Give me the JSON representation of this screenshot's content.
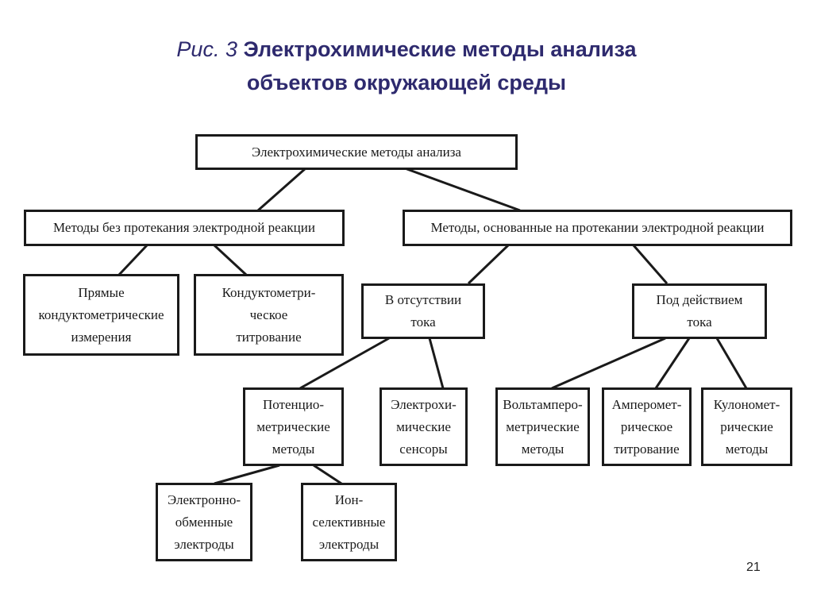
{
  "title": {
    "prefix": "Рис. 3",
    "line1": "Электрохимические методы анализа",
    "line2": "объектов окружающей среды"
  },
  "nodes": {
    "root": "Электрохимические методы анализа",
    "without_reaction": "Методы без протекания электродной реакции",
    "with_reaction": "Методы, основанные на  протекании электродной реакции",
    "direct_conductometry": "Прямые\nкондуктометрические\nизмерения",
    "conductometric_titration": "Кондуктометри-\nческое\nтитрование",
    "no_current": "В отсутствии\nтока",
    "under_current": "Под действием\nтока",
    "potentiometric": "Потенцио-\nметрические\nметоды",
    "electrochemical_sensors": "Электрохи-\nмические\nсенсоры",
    "voltammetric": "Вольтамперо-\nметрические\nметоды",
    "amperometric_titration": "Амперомет-\nрическое\nтитрование",
    "coulometric": "Кулономет-\nрические\nметоды",
    "electron_exchange": "Электронно-\nобменные\nэлектроды",
    "ion_selective": "Ион-\nселективные\nэлектроды"
  },
  "page_number": "21"
}
